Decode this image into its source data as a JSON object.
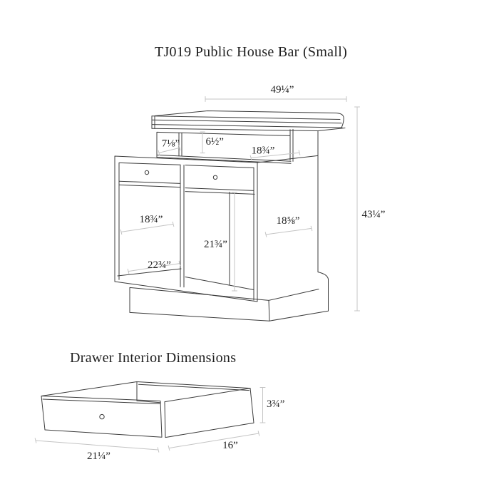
{
  "bar": {
    "title": "TJ019 Public House Bar (Small)",
    "dims": {
      "overall_width": "49¼”",
      "overall_height": "43¼”",
      "hutch_cubby_width": "7⅛”",
      "hutch_cubby_height": "6½”",
      "counter_depth": "18¾”",
      "left_cabinet_width": "18¾”",
      "left_cabinet_depth": "22¾”",
      "right_cabinet_height": "21¾”",
      "side_panel_depth": "18⅝”"
    }
  },
  "drawer": {
    "title": "Drawer Interior Dimensions",
    "dims": {
      "width": "21¼”",
      "depth": "16”",
      "height": "3¾”"
    }
  },
  "colors": {
    "line": "#3c3c3c",
    "dimension_line": "#c4c4c4",
    "text": "#1f1f1f",
    "background": "#ffffff"
  }
}
